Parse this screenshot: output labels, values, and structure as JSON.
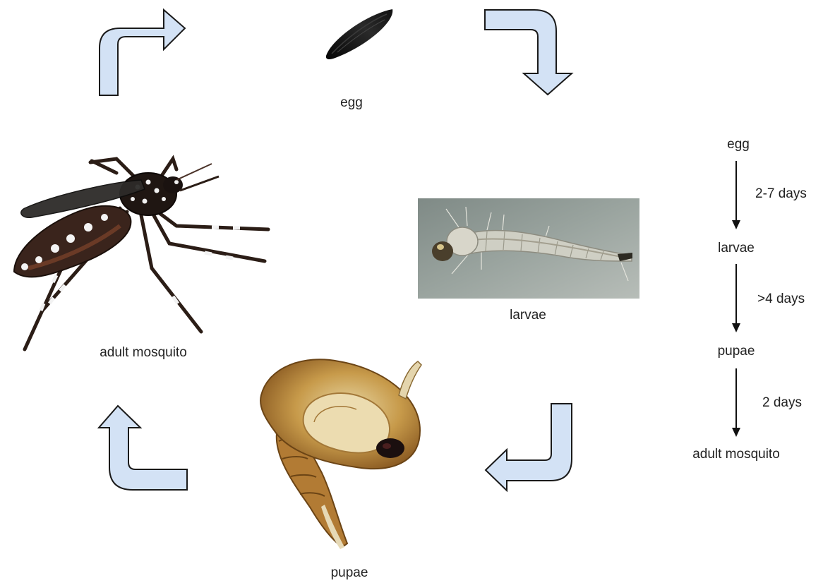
{
  "cycle": {
    "egg_label": "egg",
    "larvae_label": "larvae",
    "pupae_label": "pupae",
    "adult_label": "adult mosquito"
  },
  "timeline": {
    "stages": [
      "egg",
      "larvae",
      "pupae",
      "adult mosquito"
    ],
    "durations": [
      "2-7 days",
      ">4 days",
      "2 days"
    ]
  },
  "colors": {
    "arrow_fill": "#d3e2f5",
    "arrow_stroke": "#1a1a1a",
    "larva_bg": "#8f9a94"
  }
}
